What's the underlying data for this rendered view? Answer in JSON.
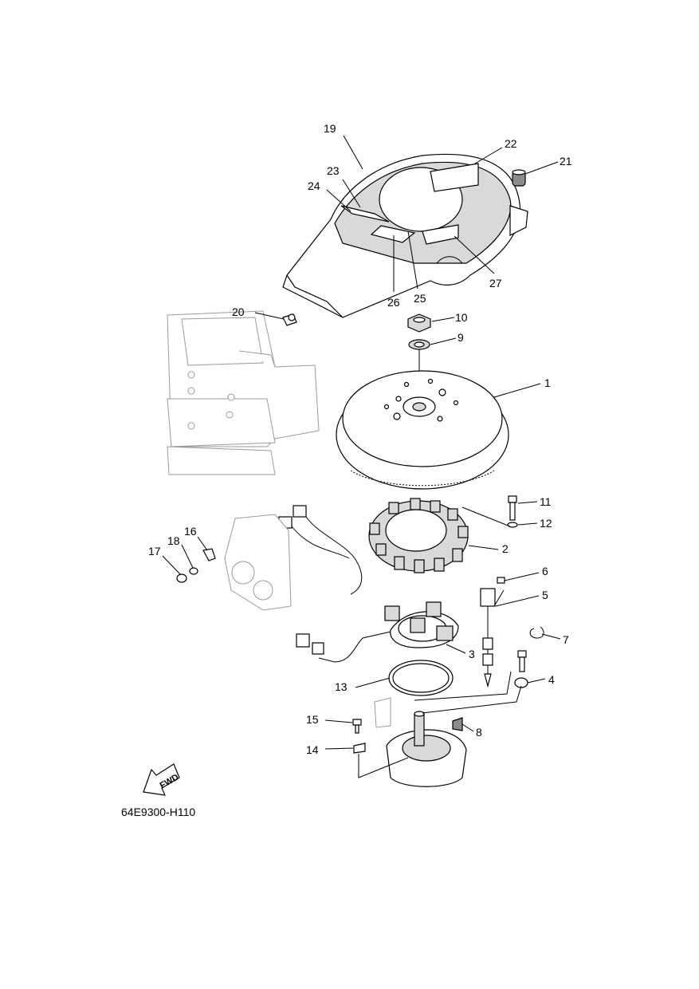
{
  "drawing_id": "64E9300-H110",
  "fwd_label": "FWD",
  "callouts": {
    "c1": "1",
    "c2": "2",
    "c3": "3",
    "c4": "4",
    "c5": "5",
    "c6": "6",
    "c7": "7",
    "c8": "8",
    "c9": "9",
    "c10": "10",
    "c11": "11",
    "c12": "12",
    "c13": "13",
    "c14": "14",
    "c15": "15",
    "c16": "16",
    "c17": "17",
    "c18": "18",
    "c19": "19",
    "c20": "20",
    "c21": "21",
    "c22": "22",
    "c23": "23",
    "c24": "24",
    "c25": "25",
    "c26": "26",
    "c27": "27"
  }
}
